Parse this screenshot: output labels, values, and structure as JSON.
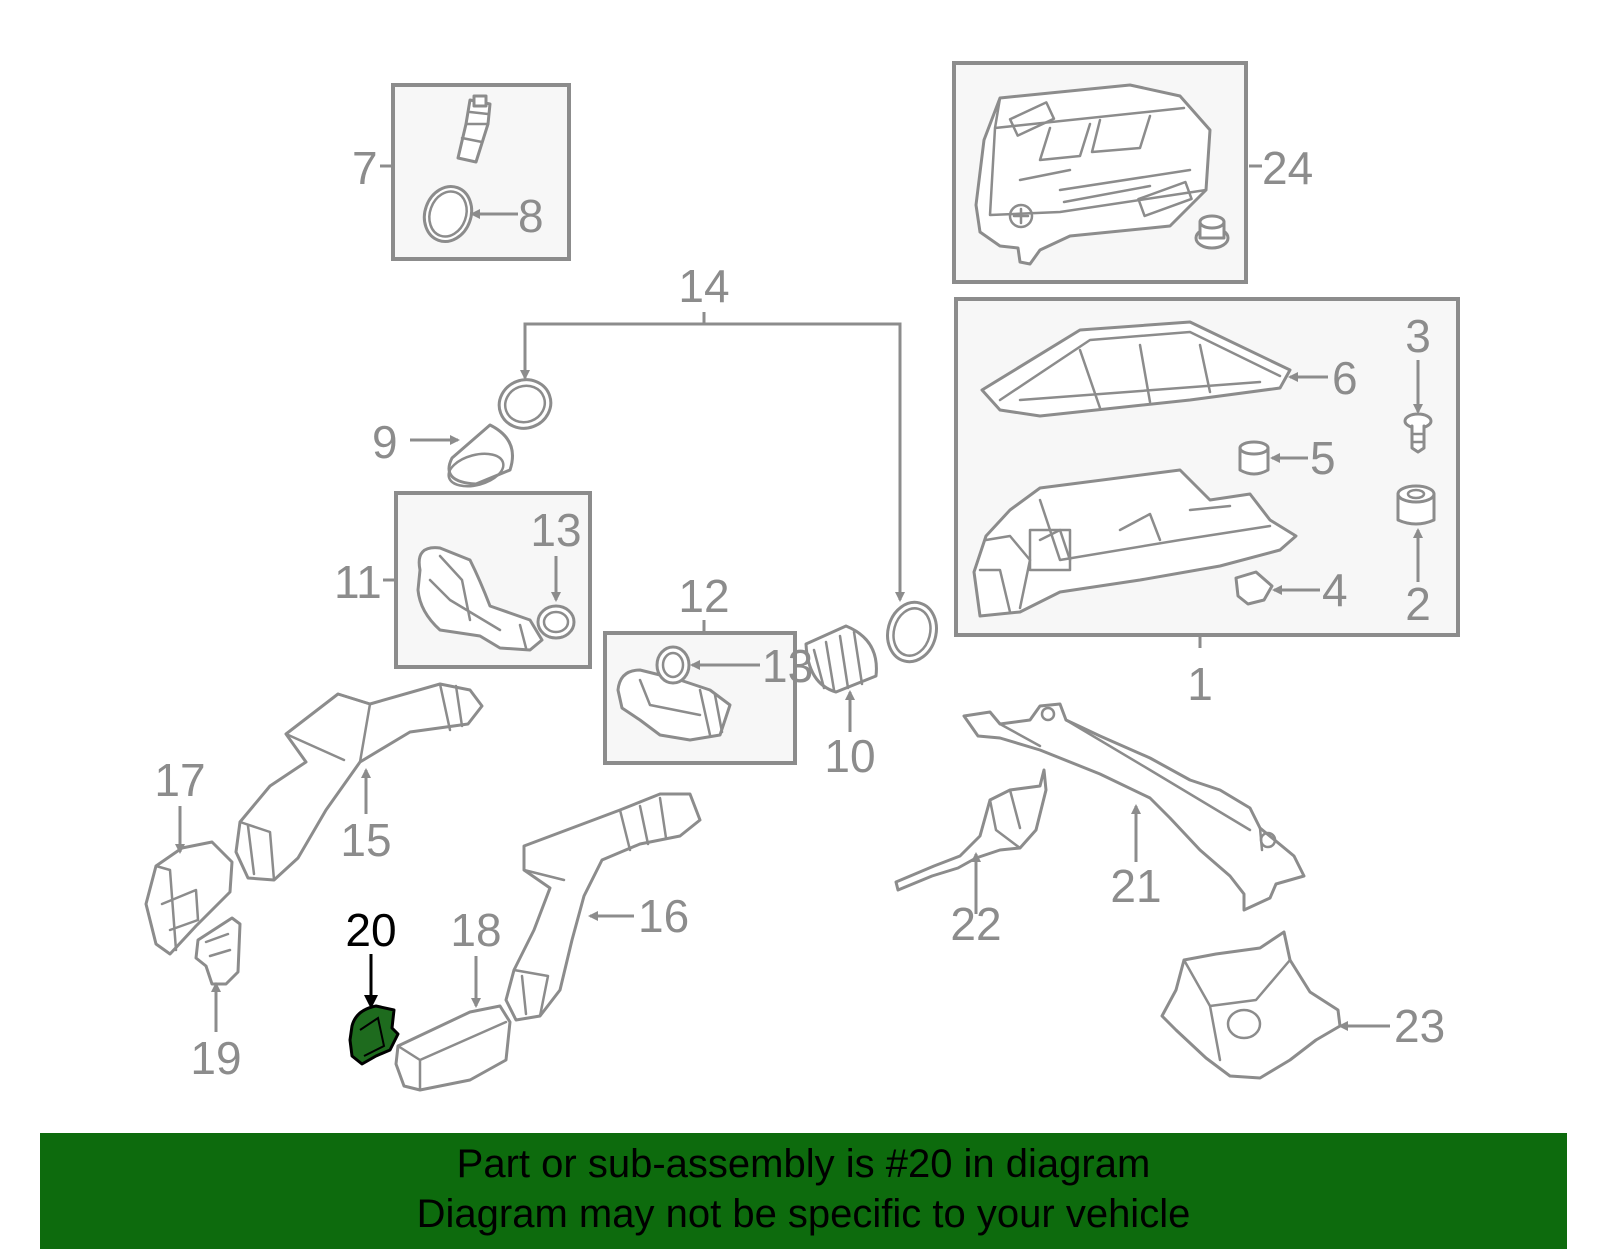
{
  "diagram": {
    "callouts": [
      "1",
      "2",
      "3",
      "4",
      "5",
      "6",
      "7",
      "8",
      "9",
      "10",
      "11",
      "12",
      "13",
      "13",
      "14",
      "15",
      "16",
      "17",
      "18",
      "19",
      "20",
      "21",
      "22",
      "23",
      "24"
    ],
    "highlighted_callout": "20",
    "highlight_color": "#1e6b1e"
  },
  "banner": {
    "line1": "Part or sub-assembly is #20 in diagram",
    "line2": "Diagram may not be specific to your vehicle",
    "background": "#0d6b0d"
  }
}
